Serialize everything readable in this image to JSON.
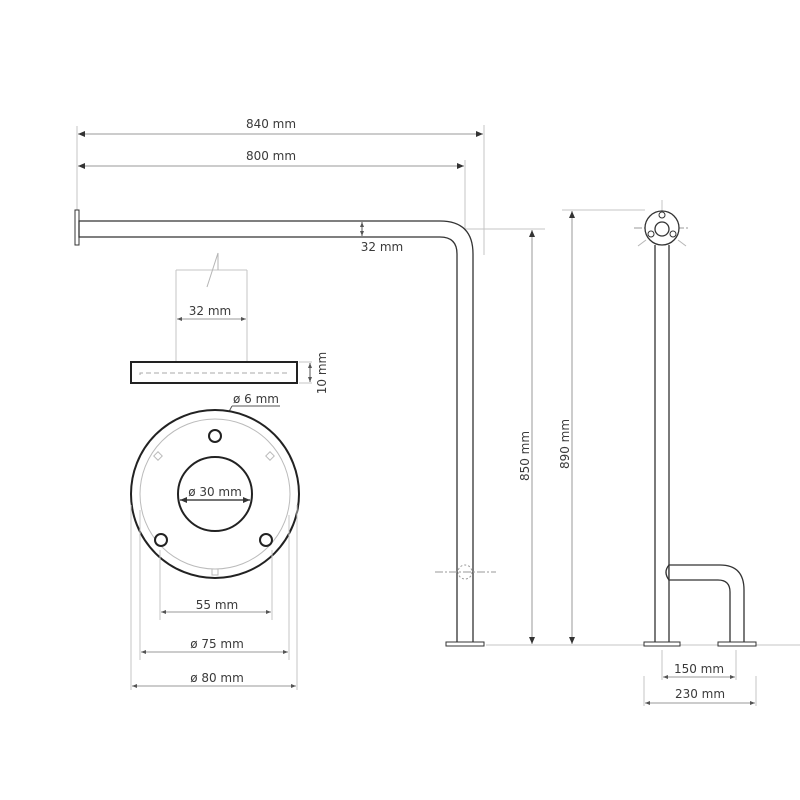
{
  "drawing": {
    "title": "Grab bar technical drawing",
    "dimensions": {
      "overall_width": "840 mm",
      "bar_length": "800 mm",
      "tube_diameter_top": "32 mm",
      "tube_diameter_section": "32 mm",
      "flange_thickness": "10 mm",
      "screw_hole": "ø 6 mm",
      "inner_hole": "ø 30 mm",
      "hole_spacing": "55 mm",
      "bolt_circle": "ø 75 mm",
      "flange_diameter": "ø 80 mm",
      "leg_height": "850 mm",
      "total_height": "890 mm",
      "foot_spacing": "150 mm",
      "foot_span": "230 mm"
    },
    "colors": {
      "line": "#333333",
      "dimension": "#9a9a9a",
      "text": "#3a3a3a"
    }
  }
}
